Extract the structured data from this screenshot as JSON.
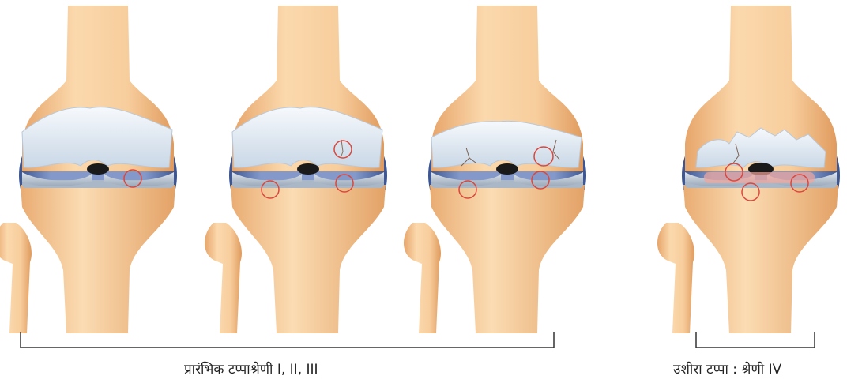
{
  "captions": {
    "early": "प्रारंभिक टप्पाश्रेणी I, II, III",
    "late": "उशीरा टप्पा : श्रेणी IV"
  },
  "joints": [
    {
      "stage": "I"
    },
    {
      "stage": "II"
    },
    {
      "stage": "III"
    },
    {
      "stage": "IV"
    }
  ],
  "colors": {
    "bone": "#f5c999",
    "bone_shadow": "#e4a66c",
    "cartilage": "#e8eff6",
    "capsule": "#4e6aa8",
    "marker": "#d9473d"
  }
}
